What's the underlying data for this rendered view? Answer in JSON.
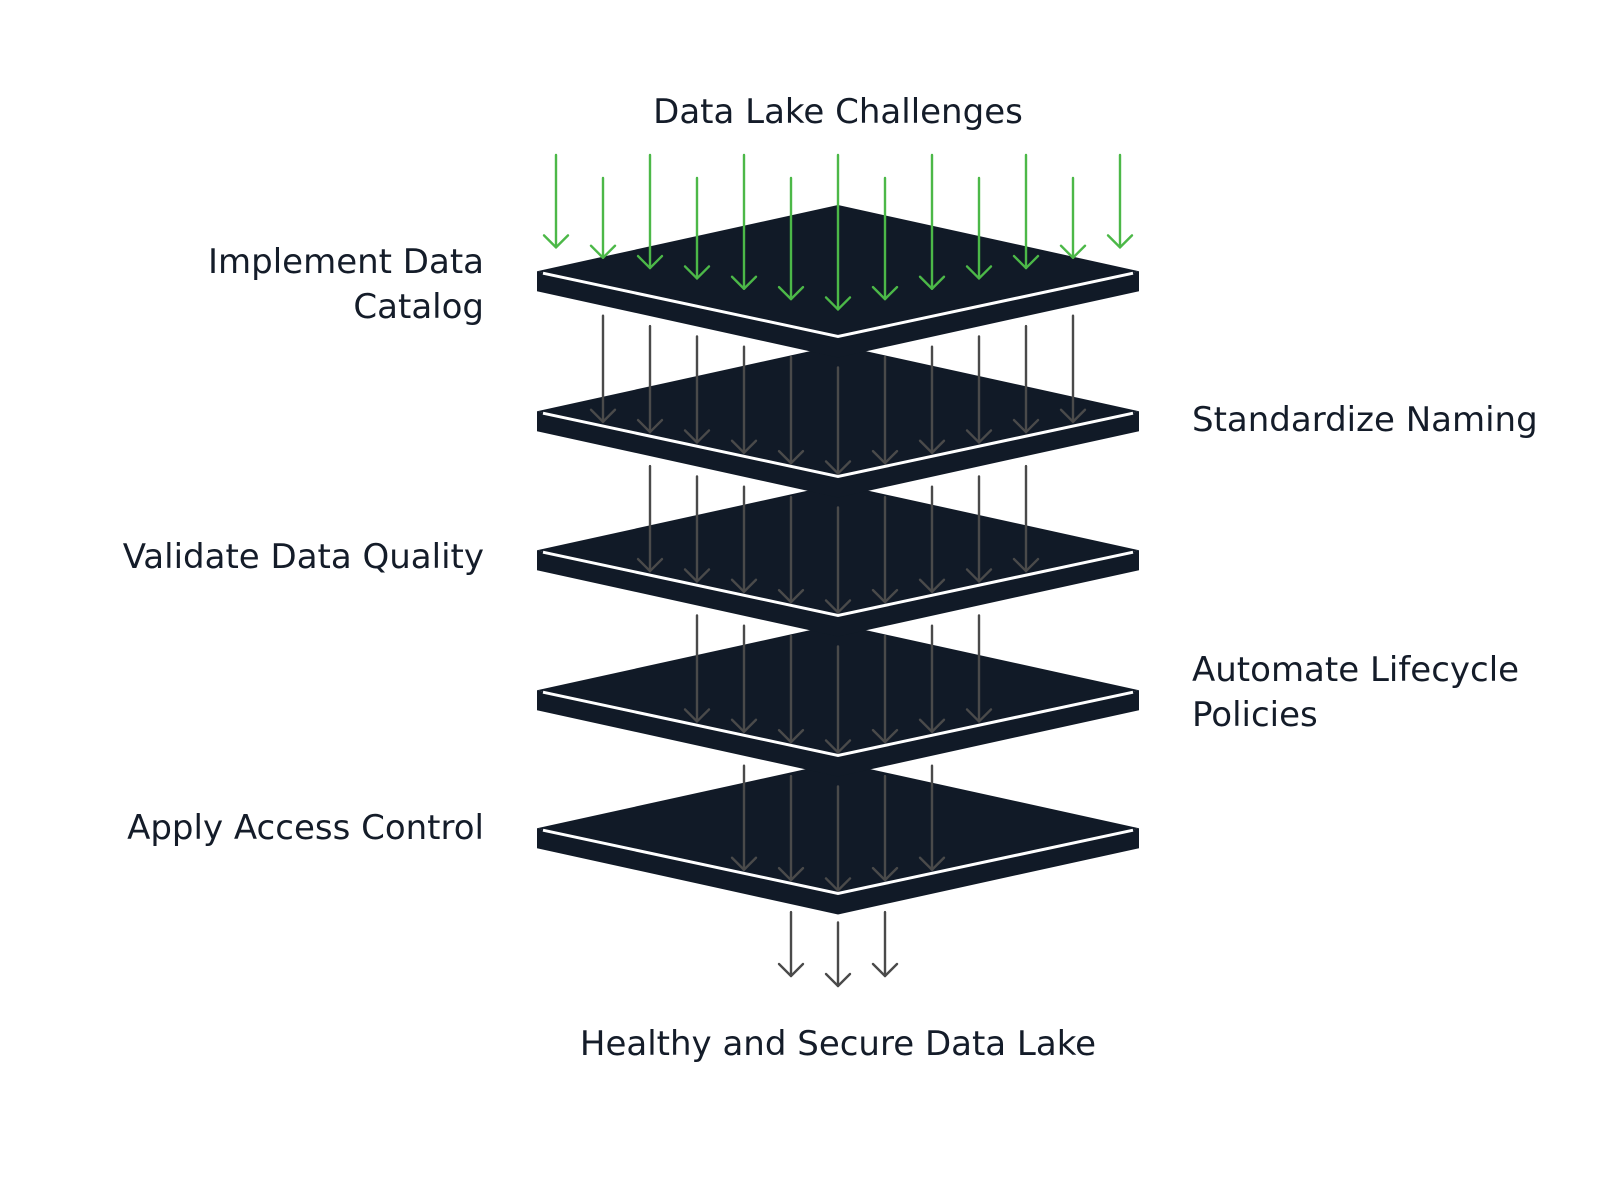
{
  "diagram": {
    "title": "Data Lake Challenges",
    "output_label": "Healthy and Secure Data Lake",
    "layers": [
      {
        "label": "Implement Data\nCatalog",
        "side": "left"
      },
      {
        "label": "Standardize Naming",
        "side": "right"
      },
      {
        "label": "Validate Data Quality",
        "side": "left"
      },
      {
        "label": "Automate Lifecycle\nPolicies",
        "side": "right"
      },
      {
        "label": "Apply Access Control",
        "side": "left"
      }
    ],
    "arrow_counts": {
      "incoming": 13,
      "between_layers": [
        11,
        9,
        7,
        5
      ],
      "outgoing": 3
    },
    "colors": {
      "layer_fill": "#111a27",
      "incoming_arrow": "#4cb848",
      "flow_arrow": "#4a4a4a",
      "text": "#141c29",
      "background": "#ffffff"
    }
  }
}
